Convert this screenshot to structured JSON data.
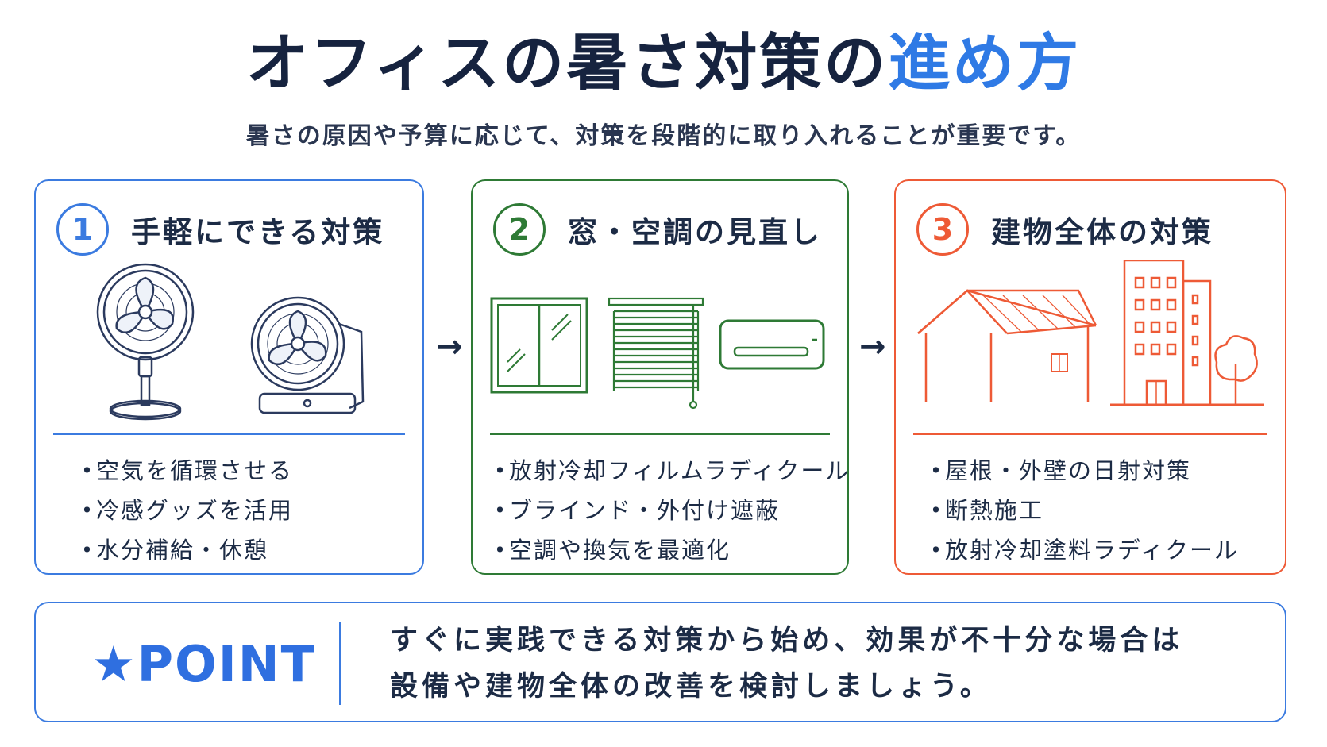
{
  "title": {
    "main": "オフィスの暑さ対策の",
    "accent": "進め方"
  },
  "subtitle": "暑さの原因や予算に応じて、対策を段階的に取り入れることが重要です。",
  "colors": {
    "step1": "#3b7be0",
    "step2": "#2e7a35",
    "step3": "#ee5a36",
    "title": "#16233f",
    "accent": "#2f7ae5"
  },
  "steps": [
    {
      "number": "1",
      "title": "手軽にできる対策",
      "items": [
        "空気を循環させる",
        "冷感グッズを活用",
        "水分補給・休憩"
      ]
    },
    {
      "number": "2",
      "title": "窓・空調の見直し",
      "items": [
        "放射冷却フィルムラディクール",
        "ブラインド・外付け遮蔽",
        "空調や換気を最適化"
      ]
    },
    {
      "number": "3",
      "title": "建物全体の対策",
      "items": [
        "屋根・外壁の日射対策",
        "断熱施工",
        "放射冷却塗料ラディクール"
      ]
    }
  ],
  "bullet": "・",
  "arrow": "→",
  "point": {
    "label": "★POINT",
    "lines": [
      "すぐに実践できる対策から始め、効果が不十分な場合は",
      "設備や建物全体の改善を検討しましょう。"
    ]
  }
}
